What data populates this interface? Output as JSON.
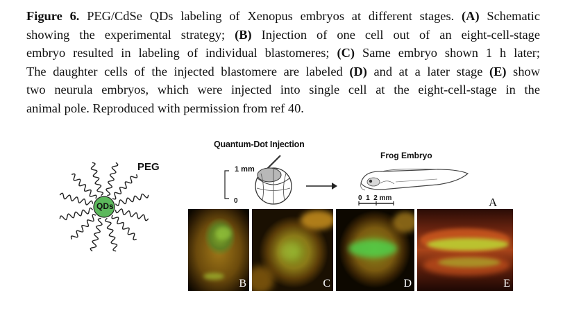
{
  "caption": {
    "label": "Figure 6.",
    "lines": [
      [
        {
          "t": " PEG/CdSe QDs labeling of Xenopus embryos at different stages. ",
          "b": false
        },
        {
          "t": "(A)",
          "b": true
        },
        {
          "t": " Schematic",
          "b": false
        }
      ],
      [
        {
          "t": "showing the experimental strategy; ",
          "b": false
        },
        {
          "t": "(B)",
          "b": true
        },
        {
          "t": " Injection of one cell out of an eight-cell-stage",
          "b": false
        }
      ],
      [
        {
          "t": "embryo resulted in labeling of individual blastomeres; ",
          "b": false
        },
        {
          "t": "(C)",
          "b": true
        },
        {
          "t": " Same embryo shown 1 h later;",
          "b": false
        }
      ],
      [
        {
          "t": "The daughter cells of the injected blastomere are labeled ",
          "b": false
        },
        {
          "t": "(D)",
          "b": true
        },
        {
          "t": " and at a later stage ",
          "b": false
        },
        {
          "t": "(E)",
          "b": true
        },
        {
          "t": " show",
          "b": false
        }
      ],
      [
        {
          "t": "two neurula embryos, which were injected into single cell at the eight-cell-stage in the",
          "b": false
        }
      ],
      [
        {
          "t": "animal pole. Reproduced with permission from ref 40.",
          "b": false
        }
      ]
    ]
  },
  "schematic": {
    "peg_label": "PEG",
    "core_label": "QDs",
    "injection_title": "Quantum-Dot Injection",
    "injection_scale_top": "1 mm",
    "injection_scale_bottom": "0",
    "frog_title": "Frog Embryo",
    "frog_scale": "0  1  2 mm",
    "panel_letter": "A",
    "core_color": "#5cb85c"
  },
  "panels": [
    {
      "letter": "B"
    },
    {
      "letter": "C"
    },
    {
      "letter": "D"
    },
    {
      "letter": "E"
    }
  ]
}
